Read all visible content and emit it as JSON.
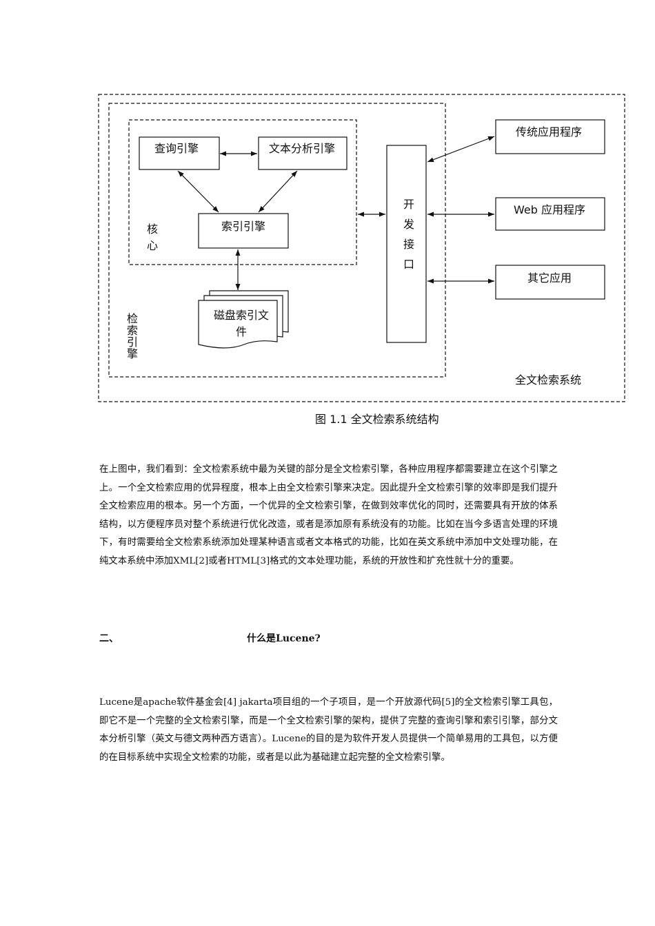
{
  "figure": {
    "boxes": {
      "query_engine": "查询引擎",
      "text_analysis_engine": "文本分析引擎",
      "index_engine": "索引引擎",
      "disk_index_files": "磁盘索引文件",
      "dev_interface": "开发接口",
      "traditional_app": "传统应用程序",
      "web_app": "Web 应用程序",
      "other_app": "其它应用"
    },
    "labels": {
      "core": "核心",
      "search_engine": "检索引擎",
      "fulltext_system": "全文检索系统"
    },
    "caption": "图 1.1  全文检索系统结构"
  },
  "paragraph_1": "在上图中，我们看到：全文检索系统中最为关键的部分是全文检索引擎，各种应用程序都需要建立在这个引擎之上。一个全文检索应用的优异程度，根本上由全文检索引擎来决定。因此提升全文检索引擎的效率即是我们提升全文检索应用的根本。另一个方面，一个优异的全文检索引擎，在做到效率优化的同时，还需要具有开放的体系结构，以方便程序员对整个系统进行优化改造，或者是添加原有系统没有的功能。比如在当今多语言处理的环境下，有时需要给全文检索系统添加处理某种语言或者文本格式的功能，比如在英文系统中添加中文处理功能，在纯文本系统中添加XML[2]或者HTML[3]格式的文本处理功能，系统的开放性和扩充性就十分的重要。",
  "section_heading": {
    "number": "二、",
    "title": "什么是Lucene?"
  },
  "paragraph_2": "Lucene是apache软件基金会[4]  jakarta项目组的一个子项目，是一个开放源代码[5]的全文检索引擎工具包，即它不是一个完整的全文检索引擎，而是一个全文检索引擎的架构，提供了完整的查询引擎和索引引擎，部分文本分析引擎（英文与德文两种西方语言）。Lucene的目的是为软件开发人员提供一个简单易用的工具包，以方便的在目标系统中实现全文检索的功能，或者是以此为基础建立起完整的全文检索引擎。"
}
